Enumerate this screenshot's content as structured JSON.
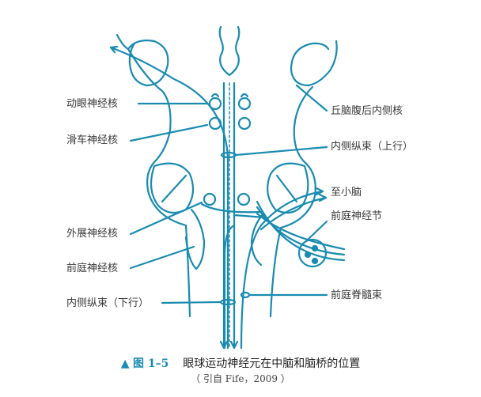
{
  "figure": {
    "stroke_color": "#1a8bb0",
    "labels_left": {
      "oculomotor_nucleus": "动眼神经核",
      "trochlear_nucleus": "滑车神经核",
      "abducens_nucleus": "外展神经核",
      "vestibular_nucleus": "前庭神经核",
      "mlf_descending": "内侧纵束（下行）"
    },
    "labels_right": {
      "rimlf": "丘脑腹后内侧核",
      "mlf_ascending": "内侧纵束（上行）",
      "to_cerebellum": "至小脑",
      "vestibular_ganglion": "前庭神经节",
      "vestibulospinal_tract": "前庭脊髓束"
    }
  },
  "caption": {
    "marker": "▲",
    "number": "图 1–5",
    "title": "眼球运动神经元在中脑和脑桥的位置",
    "source": "（ 引自 Fife，2009 ）"
  }
}
